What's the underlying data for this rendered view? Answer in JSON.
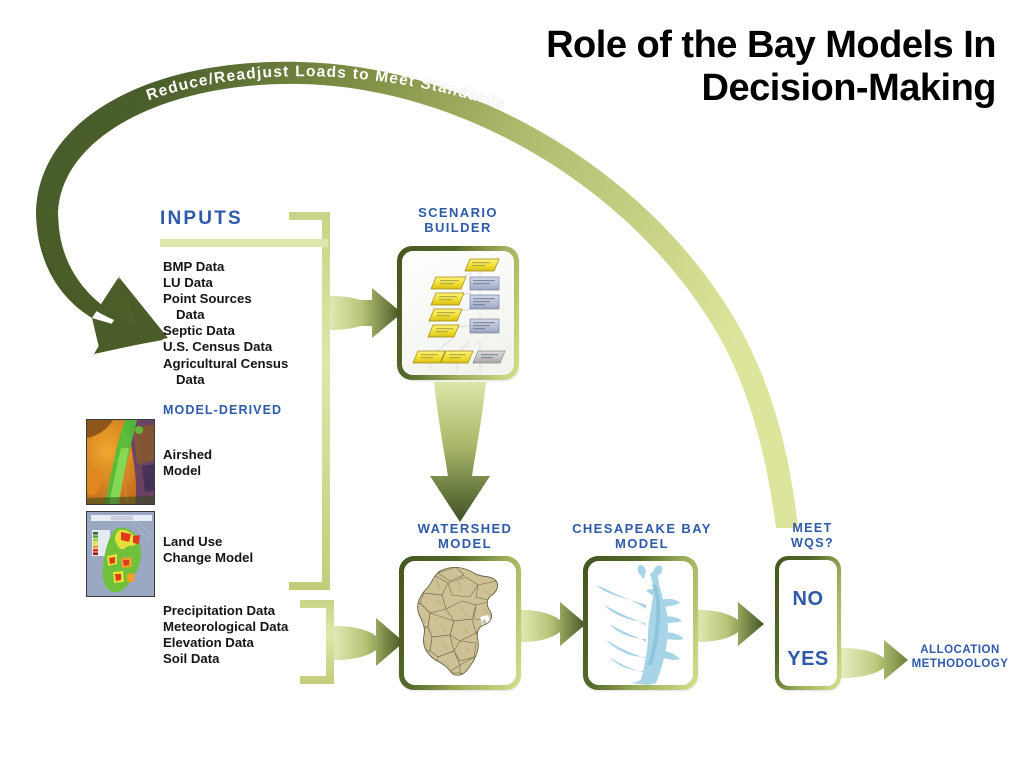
{
  "title": {
    "line1": "Role of the Bay Models In",
    "line2": "Decision-Making"
  },
  "feedback_arc": {
    "label": "Reduce/Readjust Loads to Meet Standards",
    "color_start": "#4a5d28",
    "color_end": "#dde49b"
  },
  "inputs": {
    "heading": "INPUTS",
    "items": [
      "BMP Data",
      "LU Data",
      "Point Sources",
      "Data",
      "Septic Data",
      "U.S. Census Data",
      "Agricultural Census",
      "Data"
    ]
  },
  "model_derived": {
    "heading": "MODEL-DERIVED",
    "airshed": {
      "label_line1": "Airshed",
      "label_line2": "Model",
      "thumbnail": "airshed-heatmap-thumbnail"
    },
    "land_use": {
      "label_line1": "Land Use",
      "label_line2": "Change Model",
      "thumbnail": "land-use-change-thumbnail"
    }
  },
  "secondary_inputs": {
    "items": [
      "Precipitation Data",
      "Meteorological Data",
      "Elevation Data",
      "Soil Data"
    ]
  },
  "scenario_builder": {
    "heading_line1": "SCENARIO",
    "heading_line2": "BUILDER",
    "content": "flowchart-diagram"
  },
  "watershed_model": {
    "heading_line1": "WATERSHED",
    "heading_line2": "MODEL",
    "content": "watershed-segments-map"
  },
  "bay_model": {
    "heading_line1": "CHESAPEAKE BAY",
    "heading_line2": "MODEL",
    "content": "chesapeake-bay-shape"
  },
  "decision": {
    "heading_line1": "MEET",
    "heading_line2": "WQS?",
    "option_no": "NO",
    "option_yes": "YES"
  },
  "allocation": {
    "line1": "ALLOCATION",
    "line2": "METHODOLOGY"
  },
  "colors": {
    "heading_blue": "#2f5aa8",
    "dark_green": "#4a5d28",
    "light_green": "#dde49b",
    "body_text": "#151515"
  }
}
